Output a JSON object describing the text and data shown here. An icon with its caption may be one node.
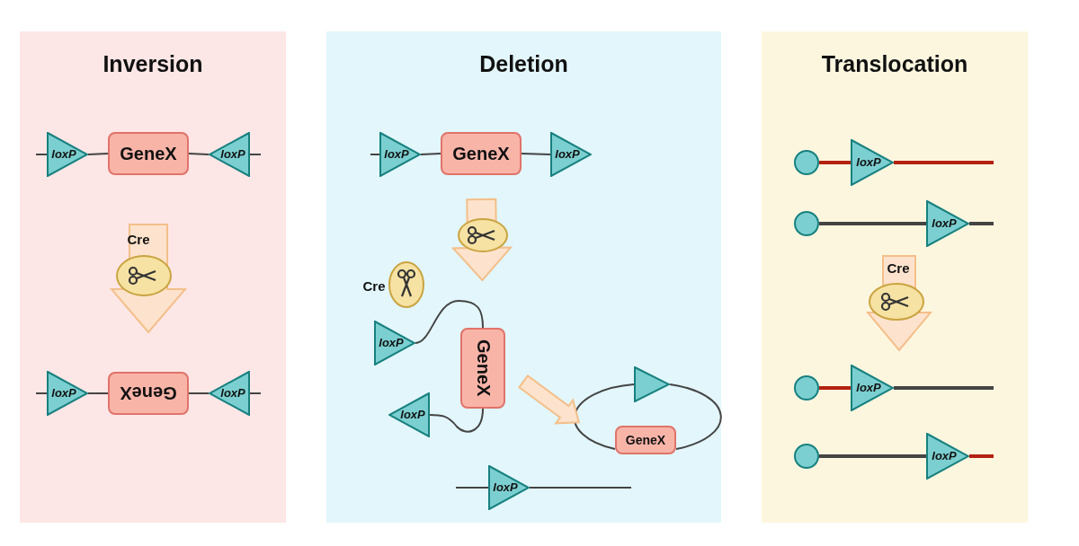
{
  "diagram": {
    "nodes": [
      {
        "text": [
          "Inversion"
        ]
      },
      {
        "text": [
          "loxP"
        ],
        "in": 0
      },
      {
        "text": [
          "GeneX"
        ],
        "in": 0
      },
      {
        "text": [
          "loxP"
        ],
        "in": 0
      },
      {
        "text": [
          "loxP"
        ],
        "in": 0
      },
      {
        "text": [
          "GeneX"
        ],
        "in": 0
      },
      {
        "text": [
          "loxP"
        ],
        "in": 0
      },
      {
        "text": [
          "Deletion"
        ]
      },
      {
        "text": [
          "loxP"
        ],
        "in": 7
      },
      {
        "text": [
          "GeneX"
        ],
        "in": 7
      },
      {
        "text": [
          "loxP"
        ],
        "in": 7
      },
      {
        "text": [
          "loxP"
        ],
        "in": 7
      },
      {
        "text": [
          "GeneX"
        ],
        "in": 7
      },
      {
        "text": [
          "loxP"
        ],
        "in": 7
      },
      {
        "text": [],
        "shape": "triangle",
        "in": 7
      },
      {
        "text": [
          "GeneX"
        ],
        "in": 7
      },
      {
        "text": [
          "loxP"
        ],
        "in": 7
      },
      {
        "text": [
          "Translocation"
        ]
      },
      {
        "text": [],
        "shape": "circle",
        "in": 17
      },
      {
        "text": [
          "loxP"
        ],
        "in": 17
      },
      {
        "text": [],
        "shape": "circle",
        "in": 17
      },
      {
        "text": [
          "loxP"
        ],
        "in": 17
      },
      {
        "text": [],
        "shape": "circle",
        "in": 17
      },
      {
        "text": [
          "loxP"
        ],
        "in": 17
      },
      {
        "text": [],
        "shape": "circle",
        "in": 17
      },
      {
        "text": [
          "loxP"
        ],
        "in": 17
      }
    ],
    "edges": [
      {
        "from": null,
        "to": 1,
        "arrow": "none"
      },
      {
        "from": 1,
        "to": 2,
        "arrow": "none"
      },
      {
        "from": 2,
        "to": 3,
        "arrow": "none"
      },
      {
        "from": 3,
        "to": null,
        "arrow": "none"
      },
      {
        "from": null,
        "to": 4,
        "arrow": "none"
      },
      {
        "from": 4,
        "to": 5,
        "arrow": "none"
      },
      {
        "from": 5,
        "to": 6,
        "arrow": "none"
      },
      {
        "from": 6,
        "to": null,
        "arrow": "none"
      },
      {
        "from": null,
        "to": 8,
        "arrow": "none"
      },
      {
        "from": 8,
        "to": 9,
        "arrow": "none"
      },
      {
        "from": 9,
        "to": 10,
        "arrow": "none"
      },
      {
        "from": 11,
        "to": 12,
        "arrow": "none"
      },
      {
        "from": 12,
        "to": 13,
        "arrow": "none"
      },
      {
        "from": 14,
        "to": 15,
        "arrow": "none"
      },
      {
        "from": 15,
        "to": 14,
        "arrow": "none"
      },
      {
        "from": null,
        "to": 16,
        "arrow": "none"
      },
      {
        "from": 16,
        "to": null,
        "arrow": "none"
      },
      {
        "from": 18,
        "to": 19,
        "arrow": "none",
        "style": "thick",
        "color": "#b3220f"
      },
      {
        "from": 19,
        "to": null,
        "arrow": "none",
        "style": "thick",
        "color": "#b3220f"
      },
      {
        "from": 20,
        "to": 21,
        "arrow": "none",
        "style": "thick"
      },
      {
        "from": 21,
        "to": null,
        "arrow": "none",
        "style": "thick"
      },
      {
        "from": 22,
        "to": 23,
        "arrow": "none",
        "style": "thick",
        "color": "#b3220f"
      },
      {
        "from": 23,
        "to": null,
        "arrow": "none",
        "style": "thick"
      },
      {
        "from": 24,
        "to": 25,
        "arrow": "none",
        "style": "thick"
      },
      {
        "from": 25,
        "to": null,
        "arrow": "none",
        "style": "thick",
        "color": "#b3220f"
      },
      {
        "from": 2,
        "to": 5,
        "arrow": "to",
        "style": "thick",
        "color": "#f4bf8a"
      },
      {
        "from": 9,
        "to": 12,
        "arrow": "to",
        "style": "thick",
        "color": "#f4bf8a"
      },
      {
        "from": 12,
        "to": 15,
        "arrow": "to",
        "style": "thick",
        "color": "#f4bf8a"
      },
      {
        "from": 21,
        "to": 23,
        "arrow": "to",
        "style": "thick",
        "color": "#f4bf8a"
      }
    ],
    "labels": [
      "Cre",
      "Cre",
      "Cre"
    ]
  }
}
